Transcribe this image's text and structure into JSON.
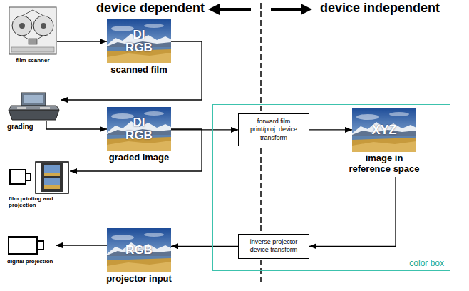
{
  "diagram": {
    "nodes": [
      {
        "text": [
          "film scanner"
        ]
      },
      {
        "text": [
          "DI RGB",
          "scanned film"
        ]
      },
      {
        "text": [
          "grading"
        ]
      },
      {
        "text": [
          "DI RGB",
          "graded image"
        ]
      },
      {
        "text": [
          "color box"
        ]
      },
      {
        "text": [
          "forward film print/proj. device transform"
        ],
        "in": 4
      },
      {
        "text": [
          "XYZ",
          "image in reference space"
        ],
        "in": 4
      },
      {
        "text": [
          "film printing and projection"
        ]
      },
      {
        "text": [
          "inverse projector device transform"
        ],
        "in": 4
      },
      {
        "text": [
          "RGB",
          "projector input"
        ]
      },
      {
        "text": [
          "digital projection"
        ]
      }
    ],
    "edges": [
      {
        "from": 0,
        "to": 1,
        "arrow": "to"
      },
      {
        "from": 1,
        "to": 2,
        "arrow": "to"
      },
      {
        "from": 2,
        "to": 3,
        "arrow": "to"
      },
      {
        "from": 3,
        "to": 5,
        "arrow": "to"
      },
      {
        "from": 3,
        "to": 7,
        "arrow": "to"
      },
      {
        "from": 5,
        "to": 6,
        "arrow": "to"
      },
      {
        "from": 6,
        "to": 8,
        "arrow": "to"
      },
      {
        "from": 8,
        "to": 9,
        "arrow": "to"
      },
      {
        "from": 9,
        "to": 10,
        "arrow": "to"
      }
    ],
    "labels": [
      "device dependent",
      "device independent"
    ]
  }
}
